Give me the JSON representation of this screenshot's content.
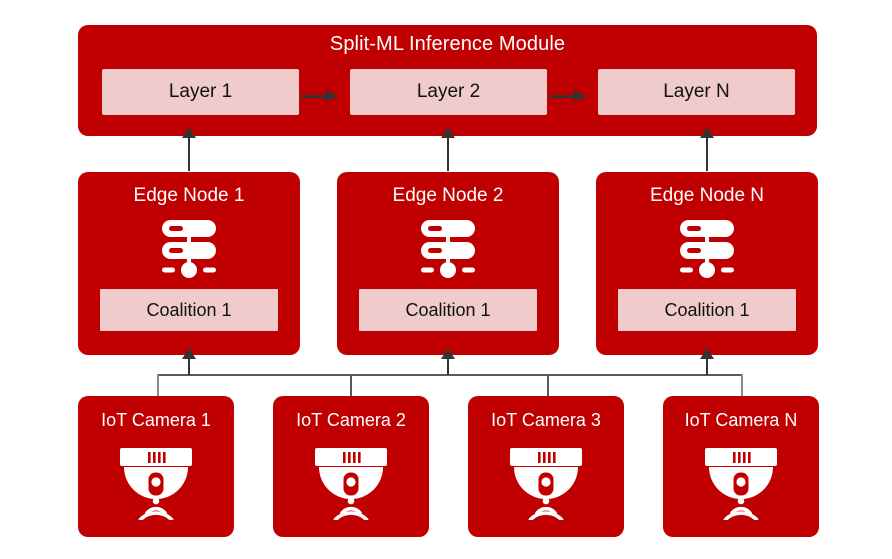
{
  "colors": {
    "brand_red": "#C00000",
    "light_pink": "#F0CBCB",
    "arrow_dark": "#333333",
    "bus_gray": "#595959",
    "text_on_red": "#FFFFFF",
    "text_on_pink": "#111111",
    "background": "#FFFFFF"
  },
  "module": {
    "title": "Split-ML Inference Module",
    "layers": [
      {
        "label": "Layer 1"
      },
      {
        "label": "Layer 2"
      },
      {
        "label": "Layer N"
      }
    ]
  },
  "edge_nodes": [
    {
      "title": "Edge Node 1",
      "coalition": "Coalition 1",
      "icon": "server-icon"
    },
    {
      "title": "Edge Node 2",
      "coalition": "Coalition 1",
      "icon": "server-icon"
    },
    {
      "title": "Edge Node N",
      "coalition": "Coalition 1",
      "icon": "server-icon"
    }
  ],
  "cameras": [
    {
      "title": "IoT Camera 1",
      "icon": "dome-camera-icon"
    },
    {
      "title": "IoT Camera 2",
      "icon": "dome-camera-icon"
    },
    {
      "title": "IoT Camera 3",
      "icon": "dome-camera-icon"
    },
    {
      "title": "IoT Camera N",
      "icon": "dome-camera-icon"
    }
  ],
  "connectors": {
    "layer_flow": [
      "Layer 1 to Layer 2",
      "Layer 2 to Layer N"
    ],
    "edge_to_module": [
      "Edge Node 1 to module",
      "Edge Node 2 to module",
      "Edge Node N to module"
    ],
    "camera_bus_to_edge": "IoT cameras bus to edge nodes"
  }
}
